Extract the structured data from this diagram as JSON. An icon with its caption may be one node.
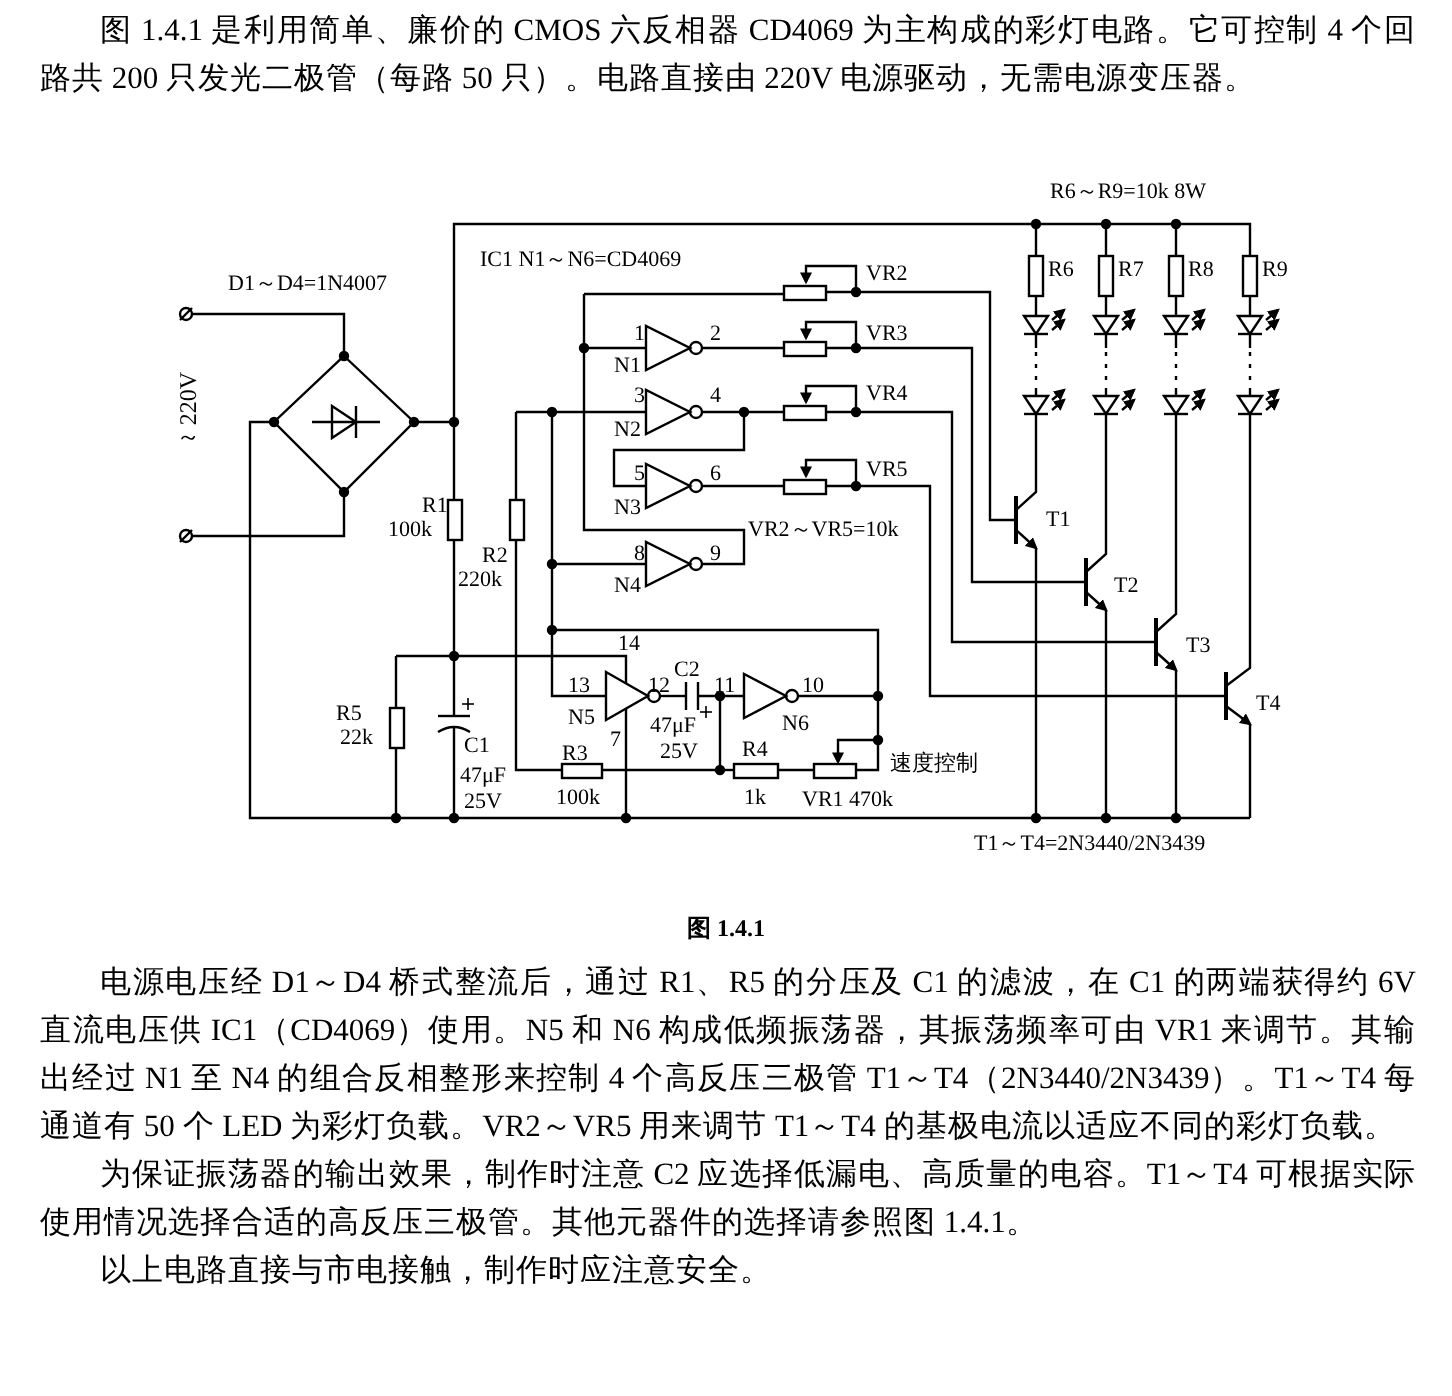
{
  "diagram": {
    "caption": "图 1.4.1",
    "labels": [
      "图 1.4.1 是利用简单、廉价的 CMOS 六反相器 CD4069 为主构成的彩灯电路。它可控制 4 个回路共 200 只发光二极管（每路 50 只）。电路直接由 220V 电源驱动，无需电源变压器。",
      "R6～R9=10k 8W",
      "IC1 N1～N6=CD4069",
      "VR2",
      "R6",
      "R7",
      "R8",
      "R9",
      "D1～D4=1N4007",
      "1",
      "2",
      "VR3",
      "N1",
      "3",
      "4",
      "VR4",
      "～220V",
      "N2",
      "5",
      "6",
      "VR5",
      "R1",
      "N3",
      "100k",
      "VR2～VR5=10k",
      "T1",
      "R2",
      "8",
      "9",
      "220k",
      "N4",
      "T2",
      "14",
      "T3",
      "C2",
      "13",
      "12",
      "11",
      "10",
      "T4",
      "R5",
      "N5",
      "47μF",
      "N6",
      "22k",
      "C1",
      "R3",
      "7",
      "25V",
      "R4",
      "速度控制",
      "47μF",
      "25V",
      "100k",
      "1k",
      "VR1 470k",
      "T1～T4=2N3440/2N3439",
      "电源电压经 D1～D4 桥式整流后，通过 R1、R5 的分压及 C1 的滤波，在 C1 的两端获得约 6V 直流电压供 IC1（CD4069）使用。N5 和 N6 构成低频振荡器，其振荡频率可由 VR1 来调节。其输出经过 N1 至 N4 的组合反相整形来控制 4 个高反压三极管 T1～T4（2N3440/2N3439）。T1～T4 每通道有 50 个 LED 为彩灯负载。VR2～VR5 用来调节 T1～T4 的基极电流以适应不同的彩灯负载。",
      "为保证振荡器的输出效果，制作时注意 C2 应选择低漏电、高质量的电容。T1～T4 可根据实际使用情况选择合适的高反压三极管。其他元器件的选择请参照图 1.4.1。",
      "以上电路直接与市电接触，制作时应注意安全。"
    ]
  }
}
